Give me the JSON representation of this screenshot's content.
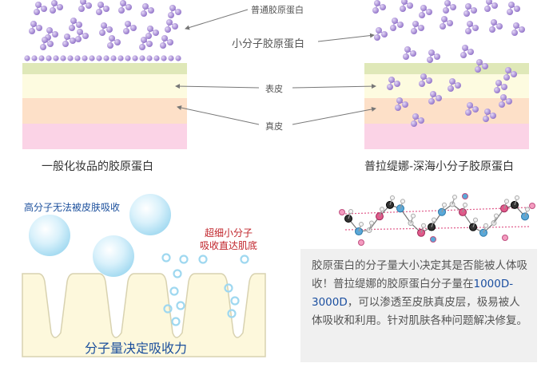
{
  "top": {
    "label_regular_collagen": "普通胶原蛋白",
    "label_small_collagen": "小分子胶原蛋白",
    "label_epidermis": "表皮",
    "label_dermis": "真皮",
    "caption_left": "一般化妆品的胶原蛋白",
    "caption_right": "普拉缇娜-深海小分子胶原蛋白"
  },
  "bottom": {
    "label_large_molecule": "高分子无法被皮肤吸收",
    "label_small_line1": "超细小分子",
    "label_small_line2": "吸收直达肌底",
    "caption": "分子量决定吸收力"
  },
  "description": {
    "text_before": "胶原蛋白的分子量大小决定其是否能被人体吸收！普拉缇娜的胶原蛋白分子量在",
    "highlight": "1000D-3000D",
    "text_after": "，可以渗透至皮肤真皮层，极易被人体吸收和利用。针对肌肤各种问题解决修复。"
  },
  "colors": {
    "molecule": "#a98fd6",
    "layer_green": "#dfe8b8",
    "layer_yellow": "#fdfbe0",
    "layer_peach": "#fde0c8",
    "layer_pink": "#fbd3e6",
    "accent_blue": "#1b4f9c",
    "accent_red": "#c0242b"
  }
}
